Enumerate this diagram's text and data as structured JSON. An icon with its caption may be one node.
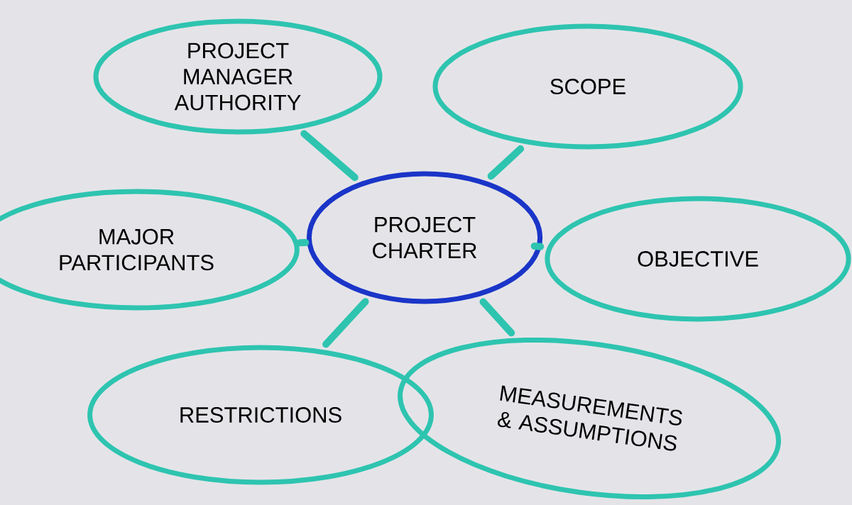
{
  "diagram": {
    "nodes": [
      {
        "text": [
          "PROJECT CHARTER"
        ]
      },
      {
        "text": [
          "PROJECT MANAGER AUTHORITY"
        ]
      },
      {
        "text": [
          "SCOPE"
        ]
      },
      {
        "text": [
          "MAJOR PARTICIPANTS"
        ]
      },
      {
        "text": [
          "OBJECTIVE"
        ]
      },
      {
        "text": [
          "RESTRICTIONS"
        ]
      },
      {
        "text": [
          "MEASUREMENTS & ASSUMPTIONS"
        ]
      }
    ],
    "edges": [
      {
        "from": 0,
        "to": 1,
        "arrow": "none"
      },
      {
        "from": 0,
        "to": 2,
        "arrow": "none"
      },
      {
        "from": 0,
        "to": 3,
        "arrow": "none"
      },
      {
        "from": 0,
        "to": 4,
        "arrow": "none"
      },
      {
        "from": 0,
        "to": 5,
        "arrow": "none"
      },
      {
        "from": 0,
        "to": 6,
        "arrow": "none"
      }
    ]
  }
}
